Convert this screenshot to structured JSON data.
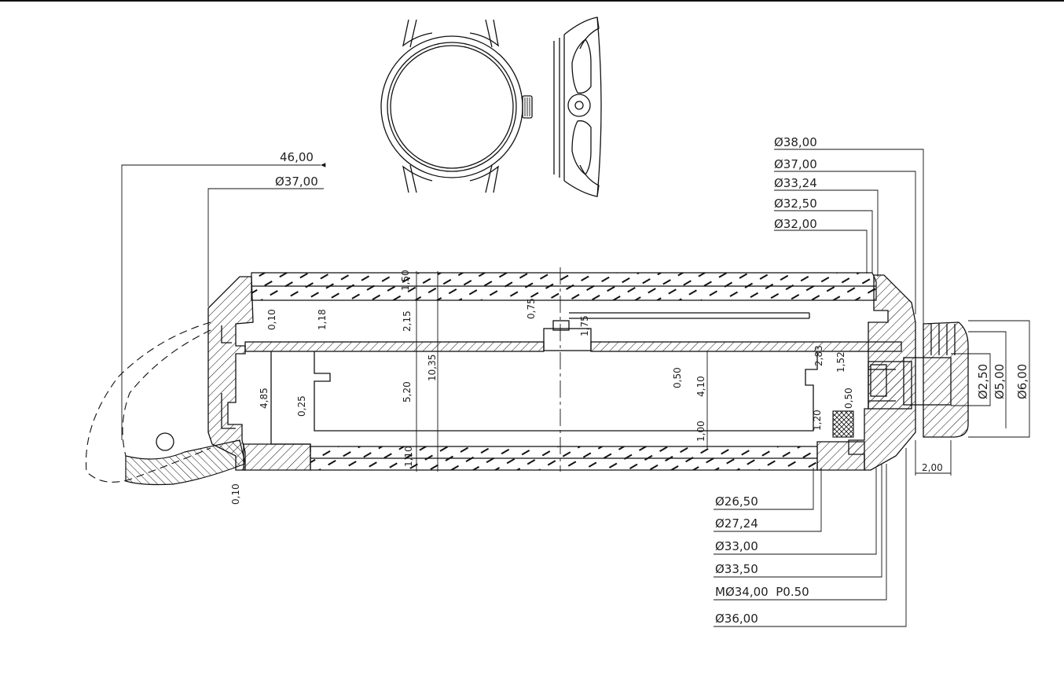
{
  "dimensions": {
    "overall_width": "46,00",
    "left_dia": "Ø37,00",
    "right": [
      "Ø38,00",
      "Ø37,00",
      "Ø33,24",
      "Ø32,50",
      "Ø32,00"
    ],
    "bottom": [
      "Ø26,50",
      "Ø27,24",
      "Ø33,00",
      "Ø33,50",
      "MØ34,00  P0.50",
      "Ø36,00"
    ],
    "crown": [
      "Ø2,50",
      "Ø5,00",
      "Ø6,00",
      "2,00"
    ],
    "vertical": {
      "v150": "1,50",
      "v215": "2,15",
      "v075": "0,75",
      "v175": "1,75",
      "v010a": "0,10",
      "v118": "1,18",
      "v485": "4,85",
      "v025": "0,25",
      "v520": "5,20",
      "v1035": "10,35",
      "v050": "0,50",
      "v410": "4,10",
      "v100": "1,00",
      "v110": "1,10",
      "v010b": "0,10",
      "v283": "2,83",
      "v152": "1,52",
      "v120": "1,20",
      "v050b": "0,50"
    }
  }
}
